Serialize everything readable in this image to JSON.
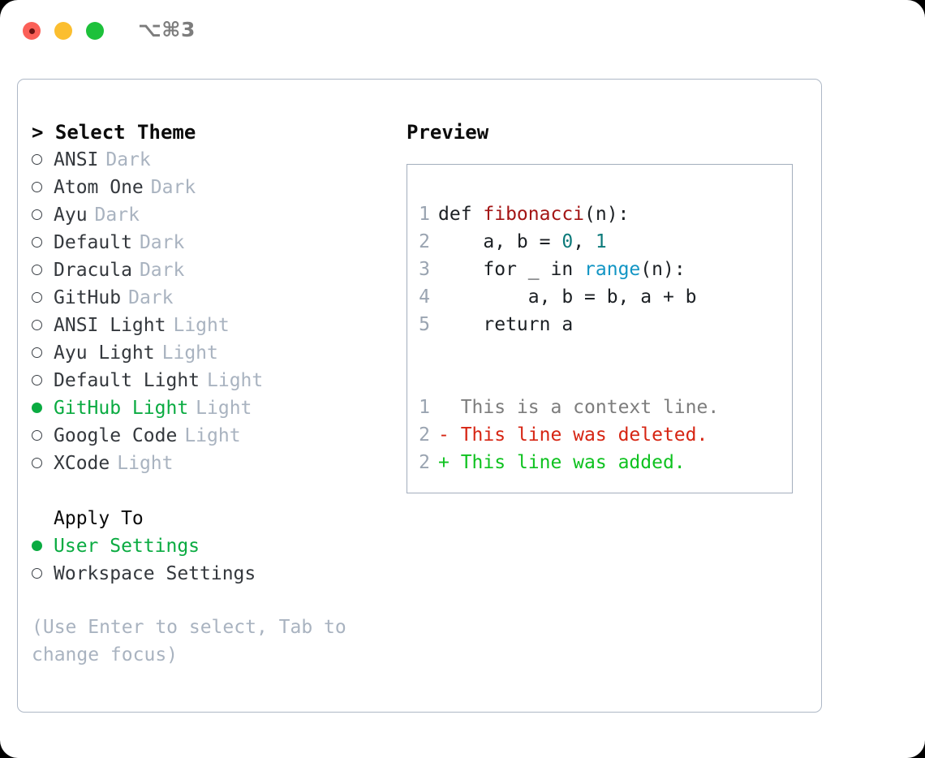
{
  "window": {
    "shortcut": "⌥⌘3",
    "traffic_lights": [
      {
        "name": "close",
        "color": "#fb6058"
      },
      {
        "name": "minimize",
        "color": "#fbbe2f"
      },
      {
        "name": "zoom",
        "color": "#1dc13b"
      }
    ]
  },
  "theme_picker": {
    "title": "> Select Theme",
    "items": [
      {
        "label": "ANSI",
        "mode": "Dark",
        "selected": false
      },
      {
        "label": "Atom One",
        "mode": "Dark",
        "selected": false
      },
      {
        "label": "Ayu",
        "mode": "Dark",
        "selected": false
      },
      {
        "label": "Default",
        "mode": "Dark",
        "selected": false
      },
      {
        "label": "Dracula",
        "mode": "Dark",
        "selected": false
      },
      {
        "label": "GitHub",
        "mode": "Dark",
        "selected": false
      },
      {
        "label": "ANSI Light",
        "mode": "Light",
        "selected": false
      },
      {
        "label": "Ayu Light",
        "mode": "Light",
        "selected": false
      },
      {
        "label": "Default Light",
        "mode": "Light",
        "selected": false
      },
      {
        "label": "GitHub Light",
        "mode": "Light",
        "selected": true
      },
      {
        "label": "Google Code",
        "mode": "Light",
        "selected": false
      },
      {
        "label": "XCode",
        "mode": "Light",
        "selected": false
      }
    ]
  },
  "apply_to": {
    "title": "Apply To",
    "items": [
      {
        "label": "User Settings",
        "selected": true
      },
      {
        "label": "Workspace Settings",
        "selected": false
      }
    ]
  },
  "hint": "(Use Enter to select, Tab to change focus)",
  "preview": {
    "title": "Preview",
    "code_lines": [
      {
        "lineno": "1",
        "tokens": [
          {
            "text": "def ",
            "style": "kw"
          },
          {
            "text": "fibonacci",
            "style": "fn"
          },
          {
            "text": "(n):",
            "style": "punct"
          }
        ]
      },
      {
        "lineno": "2",
        "tokens": [
          {
            "text": "    a, b = ",
            "style": "plain"
          },
          {
            "text": "0",
            "style": "num"
          },
          {
            "text": ", ",
            "style": "plain"
          },
          {
            "text": "1",
            "style": "num"
          }
        ]
      },
      {
        "lineno": "3",
        "tokens": [
          {
            "text": "    for ",
            "style": "kw"
          },
          {
            "text": "_ ",
            "style": "plain"
          },
          {
            "text": "in ",
            "style": "kw"
          },
          {
            "text": "range",
            "style": "builtin"
          },
          {
            "text": "(n):",
            "style": "punct"
          }
        ]
      },
      {
        "lineno": "4",
        "tokens": [
          {
            "text": "        a, b = b, a + b",
            "style": "plain"
          }
        ]
      },
      {
        "lineno": "5",
        "tokens": [
          {
            "text": "    return ",
            "style": "kw"
          },
          {
            "text": "a",
            "style": "plain"
          }
        ]
      }
    ],
    "diff_lines": [
      {
        "lineno": "1",
        "sign": " ",
        "text": " This is a context line.",
        "kind": "context"
      },
      {
        "lineno": "2",
        "sign": "-",
        "text": " This line was deleted.",
        "kind": "del"
      },
      {
        "lineno": "2",
        "sign": "+",
        "text": " This line was added.",
        "kind": "add"
      }
    ]
  },
  "colors": {
    "accent_green": "#0aab41",
    "muted": "#a9b3c0",
    "border": "#aeb8c6",
    "diff_add": "#0ec21f",
    "diff_del": "#d62513",
    "code_fn": "#a31515",
    "code_num": "#0c7a7a",
    "code_builtin": "#1295c4"
  }
}
